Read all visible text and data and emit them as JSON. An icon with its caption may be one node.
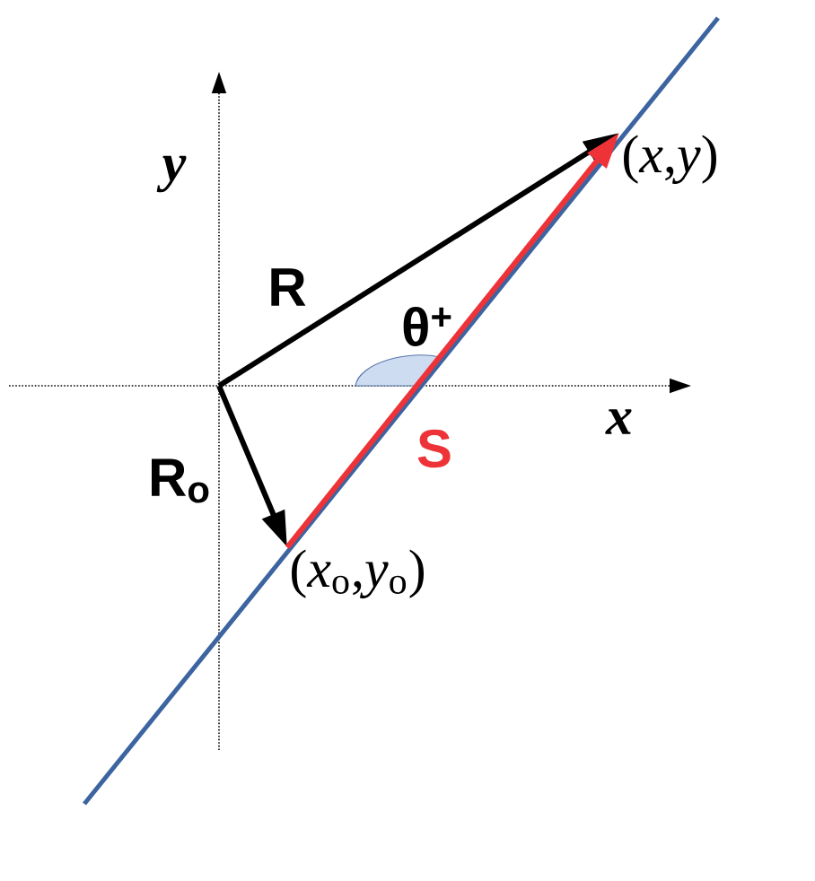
{
  "diagram": {
    "nodes": [
      {
        "text": [
          "(*x*,*y*)"
        ]
      },
      {
        "text": [
          "(*x*$_{o}$,*y*$_{o}$)"
        ]
      }
    ],
    "edges": [
      {
        "from": null,
        "to": 0,
        "arrow": "to",
        "label": "R"
      },
      {
        "from": null,
        "to": 1,
        "arrow": "to",
        "label": "R$_{o}$"
      },
      {
        "from": 1,
        "to": 0,
        "arrow": "to",
        "label": "S",
        "color": "#ee3338"
      }
    ],
    "labels": [
      "*y*",
      "θ$^{+}$",
      "*x*"
    ]
  }
}
